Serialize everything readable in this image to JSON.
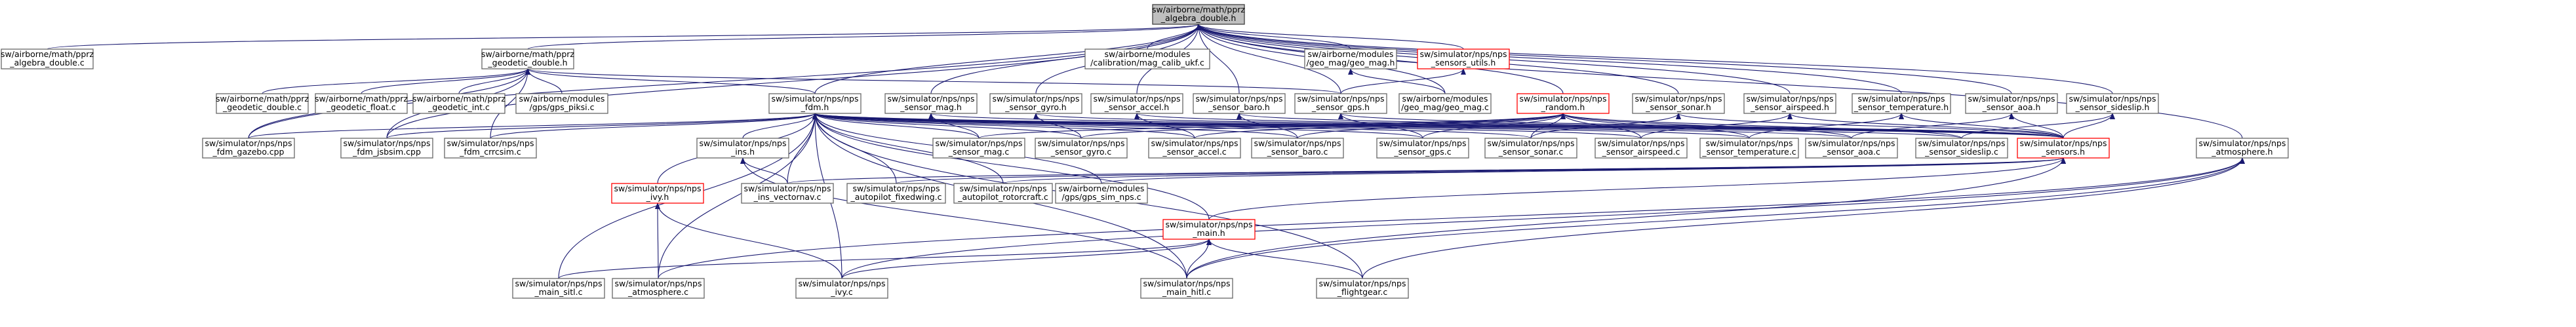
{
  "graph": {
    "colors": {
      "edge": "#191970",
      "root_fill": "#bfbfbf",
      "node_border": "#666666",
      "truncated_border": "#ff0000"
    },
    "nodes": [
      {
        "id": "root",
        "lines": [
          "sw/airborne/math/pprz",
          "_algebra_double.h"
        ],
        "style": "root"
      },
      {
        "id": "alg_c",
        "lines": [
          "sw/airborne/math/pprz",
          "_algebra_double.c"
        ]
      },
      {
        "id": "geo_h",
        "lines": [
          "sw/airborne/math/pprz",
          "_geodetic_double.h"
        ]
      },
      {
        "id": "mag_calib",
        "lines": [
          "sw/airborne/modules",
          "/calibration/mag_calib_ukf.c"
        ]
      },
      {
        "id": "geo_mag_h",
        "lines": [
          "sw/airborne/modules",
          "/geo_mag/geo_mag.h"
        ]
      },
      {
        "id": "sensors_utils",
        "lines": [
          "sw/simulator/nps/nps",
          "_sensors_utils.h"
        ],
        "style": "red"
      },
      {
        "id": "geo_dbl_c",
        "lines": [
          "sw/airborne/math/pprz",
          "_geodetic_double.c"
        ]
      },
      {
        "id": "geo_float_c",
        "lines": [
          "sw/airborne/math/pprz",
          "_geodetic_float.c"
        ]
      },
      {
        "id": "geo_int_c",
        "lines": [
          "sw/airborne/math/pprz",
          "_geodetic_int.c"
        ]
      },
      {
        "id": "gps_piksi",
        "lines": [
          "sw/airborne/modules",
          "/gps/gps_piksi.c"
        ]
      },
      {
        "id": "fdm_h",
        "lines": [
          "sw/simulator/nps/nps",
          "_fdm.h"
        ]
      },
      {
        "id": "sensor_mag_h",
        "lines": [
          "sw/simulator/nps/nps",
          "_sensor_mag.h"
        ]
      },
      {
        "id": "sensor_gyro_h",
        "lines": [
          "sw/simulator/nps/nps",
          "_sensor_gyro.h"
        ]
      },
      {
        "id": "sensor_accel_h",
        "lines": [
          "sw/simulator/nps/nps",
          "_sensor_accel.h"
        ]
      },
      {
        "id": "sensor_baro_h",
        "lines": [
          "sw/simulator/nps/nps",
          "_sensor_baro.h"
        ]
      },
      {
        "id": "sensor_gps_h",
        "lines": [
          "sw/simulator/nps/nps",
          "_sensor_gps.h"
        ]
      },
      {
        "id": "geo_mag_c",
        "lines": [
          "sw/airborne/modules",
          "/geo_mag/geo_mag.c"
        ]
      },
      {
        "id": "random_h",
        "lines": [
          "sw/simulator/nps/nps",
          "_random.h"
        ],
        "style": "red"
      },
      {
        "id": "sensor_sonar_h",
        "lines": [
          "sw/simulator/nps/nps",
          "_sensor_sonar.h"
        ]
      },
      {
        "id": "sensor_airspeed_h",
        "lines": [
          "sw/simulator/nps/nps",
          "_sensor_airspeed.h"
        ]
      },
      {
        "id": "sensor_temp_h",
        "lines": [
          "sw/simulator/nps/nps",
          "_sensor_temperature.h"
        ]
      },
      {
        "id": "sensor_aoa_h",
        "lines": [
          "sw/simulator/nps/nps",
          "_sensor_aoa.h"
        ]
      },
      {
        "id": "sensor_sideslip_h",
        "lines": [
          "sw/simulator/nps/nps",
          "_sensor_sideslip.h"
        ]
      },
      {
        "id": "fdm_gazebo",
        "lines": [
          "sw/simulator/nps/nps",
          "_fdm_gazebo.cpp"
        ]
      },
      {
        "id": "fdm_jsbsim",
        "lines": [
          "sw/simulator/nps/nps",
          "_fdm_jsbsim.cpp"
        ]
      },
      {
        "id": "fdm_crrcsim",
        "lines": [
          "sw/simulator/nps/nps",
          "_fdm_crrcsim.c"
        ]
      },
      {
        "id": "ins_h",
        "lines": [
          "sw/simulator/nps/nps",
          "_ins.h"
        ]
      },
      {
        "id": "sensor_mag_c",
        "lines": [
          "sw/simulator/nps/nps",
          "_sensor_mag.c"
        ]
      },
      {
        "id": "sensor_gyro_c",
        "lines": [
          "sw/simulator/nps/nps",
          "_sensor_gyro.c"
        ]
      },
      {
        "id": "sensor_accel_c",
        "lines": [
          "sw/simulator/nps/nps",
          "_sensor_accel.c"
        ]
      },
      {
        "id": "sensor_baro_c",
        "lines": [
          "sw/simulator/nps/nps",
          "_sensor_baro.c"
        ]
      },
      {
        "id": "sensor_gps_c",
        "lines": [
          "sw/simulator/nps/nps",
          "_sensor_gps.c"
        ]
      },
      {
        "id": "sensor_sonar_c",
        "lines": [
          "sw/simulator/nps/nps",
          "_sensor_sonar.c"
        ]
      },
      {
        "id": "sensor_airspeed_c",
        "lines": [
          "sw/simulator/nps/nps",
          "_sensor_airspeed.c"
        ]
      },
      {
        "id": "sensor_temp_c",
        "lines": [
          "sw/simulator/nps/nps",
          "_sensor_temperature.c"
        ]
      },
      {
        "id": "sensor_aoa_c",
        "lines": [
          "sw/simulator/nps/nps",
          "_sensor_aoa.c"
        ]
      },
      {
        "id": "sensor_sideslip_c",
        "lines": [
          "sw/simulator/nps/nps",
          "_sensor_sideslip.c"
        ]
      },
      {
        "id": "sensors_h",
        "lines": [
          "sw/simulator/nps/nps",
          "_sensors.h"
        ],
        "style": "red"
      },
      {
        "id": "atmosphere_h",
        "lines": [
          "sw/simulator/nps/nps",
          "_atmosphere.h"
        ]
      },
      {
        "id": "ivy_h",
        "lines": [
          "sw/simulator/nps/nps",
          "_ivy.h"
        ],
        "style": "red"
      },
      {
        "id": "ins_vectornav",
        "lines": [
          "sw/simulator/nps/nps",
          "_ins_vectornav.c"
        ]
      },
      {
        "id": "ap_fixedwing",
        "lines": [
          "sw/simulator/nps/nps",
          "_autopilot_fixedwing.c"
        ]
      },
      {
        "id": "ap_rotorcraft",
        "lines": [
          "sw/simulator/nps/nps",
          "_autopilot_rotorcraft.c"
        ]
      },
      {
        "id": "gps_sim_nps",
        "lines": [
          "sw/airborne/modules",
          "/gps/gps_sim_nps.c"
        ]
      },
      {
        "id": "main_h",
        "lines": [
          "sw/simulator/nps/nps",
          "_main.h"
        ],
        "style": "red"
      },
      {
        "id": "main_sitl",
        "lines": [
          "sw/simulator/nps/nps",
          "_main_sitl.c"
        ]
      },
      {
        "id": "atmosphere_c",
        "lines": [
          "sw/simulator/nps/nps",
          "_atmosphere.c"
        ]
      },
      {
        "id": "ivy_c",
        "lines": [
          "sw/simulator/nps/nps",
          "_ivy.c"
        ]
      },
      {
        "id": "main_hitl",
        "lines": [
          "sw/simulator/nps/nps",
          "_main_hitl.c"
        ]
      },
      {
        "id": "flightgear",
        "lines": [
          "sw/simulator/nps/nps",
          "_flightgear.c"
        ]
      }
    ],
    "edges": [
      [
        "alg_c",
        "root"
      ],
      [
        "geo_h",
        "root"
      ],
      [
        "mag_calib",
        "root"
      ],
      [
        "geo_mag_h",
        "root"
      ],
      [
        "sensors_utils",
        "root"
      ],
      [
        "fdm_h",
        "root"
      ],
      [
        "sensor_mag_h",
        "root"
      ],
      [
        "sensor_gyro_h",
        "root"
      ],
      [
        "sensor_accel_h",
        "root"
      ],
      [
        "sensor_baro_h",
        "root"
      ],
      [
        "sensor_gps_h",
        "root"
      ],
      [
        "geo_mag_c",
        "root"
      ],
      [
        "random_h",
        "root"
      ],
      [
        "sensor_sonar_h",
        "root"
      ],
      [
        "sensor_airspeed_h",
        "root"
      ],
      [
        "sensor_temp_h",
        "root"
      ],
      [
        "sensor_aoa_h",
        "root"
      ],
      [
        "sensor_sideslip_h",
        "root"
      ],
      [
        "atmosphere_h",
        "root"
      ],
      [
        "fdm_gazebo",
        "root"
      ],
      [
        "fdm_jsbsim",
        "root"
      ],
      [
        "geo_dbl_c",
        "geo_h"
      ],
      [
        "geo_float_c",
        "geo_h"
      ],
      [
        "geo_int_c",
        "geo_h"
      ],
      [
        "gps_piksi",
        "geo_h"
      ],
      [
        "fdm_h",
        "geo_h"
      ],
      [
        "fdm_gazebo",
        "geo_h"
      ],
      [
        "fdm_jsbsim",
        "geo_h"
      ],
      [
        "fdm_crrcsim",
        "geo_h"
      ],
      [
        "sensor_gps_h",
        "geo_h"
      ],
      [
        "geo_mag_c",
        "geo_mag_h"
      ],
      [
        "sensor_gps_h",
        "sensors_utils"
      ],
      [
        "fdm_gazebo",
        "fdm_h"
      ],
      [
        "fdm_jsbsim",
        "fdm_h"
      ],
      [
        "fdm_crrcsim",
        "fdm_h"
      ],
      [
        "ins_h",
        "fdm_h"
      ],
      [
        "sensor_mag_c",
        "fdm_h"
      ],
      [
        "sensor_gyro_c",
        "fdm_h"
      ],
      [
        "sensor_accel_c",
        "fdm_h"
      ],
      [
        "sensor_baro_c",
        "fdm_h"
      ],
      [
        "sensor_gps_c",
        "fdm_h"
      ],
      [
        "sensor_sonar_c",
        "fdm_h"
      ],
      [
        "sensor_airspeed_c",
        "fdm_h"
      ],
      [
        "sensor_temp_c",
        "fdm_h"
      ],
      [
        "sensor_aoa_c",
        "fdm_h"
      ],
      [
        "sensor_sideslip_c",
        "fdm_h"
      ],
      [
        "sensors_h",
        "fdm_h"
      ],
      [
        "ivy_h",
        "fdm_h"
      ],
      [
        "ins_vectornav",
        "fdm_h"
      ],
      [
        "ap_fixedwing",
        "fdm_h"
      ],
      [
        "ap_rotorcraft",
        "fdm_h"
      ],
      [
        "gps_sim_nps",
        "fdm_h"
      ],
      [
        "main_h",
        "fdm_h"
      ],
      [
        "main_sitl",
        "fdm_h"
      ],
      [
        "atmosphere_c",
        "fdm_h"
      ],
      [
        "ivy_c",
        "fdm_h"
      ],
      [
        "main_hitl",
        "fdm_h"
      ],
      [
        "flightgear",
        "fdm_h"
      ],
      [
        "sensor_mag_c",
        "sensor_mag_h"
      ],
      [
        "sensors_h",
        "sensor_mag_h"
      ],
      [
        "sensor_gyro_c",
        "sensor_gyro_h"
      ],
      [
        "sensors_h",
        "sensor_gyro_h"
      ],
      [
        "sensor_accel_c",
        "sensor_accel_h"
      ],
      [
        "sensors_h",
        "sensor_accel_h"
      ],
      [
        "sensor_baro_c",
        "sensor_baro_h"
      ],
      [
        "sensors_h",
        "sensor_baro_h"
      ],
      [
        "sensor_gps_c",
        "sensor_gps_h"
      ],
      [
        "sensors_h",
        "sensor_gps_h"
      ],
      [
        "sensor_mag_c",
        "random_h"
      ],
      [
        "sensor_gyro_c",
        "random_h"
      ],
      [
        "sensor_accel_c",
        "random_h"
      ],
      [
        "sensor_baro_c",
        "random_h"
      ],
      [
        "sensor_gps_c",
        "random_h"
      ],
      [
        "sensor_sonar_c",
        "random_h"
      ],
      [
        "sensor_airspeed_c",
        "random_h"
      ],
      [
        "sensor_temp_c",
        "random_h"
      ],
      [
        "sensor_aoa_c",
        "random_h"
      ],
      [
        "sensor_sideslip_c",
        "random_h"
      ],
      [
        "sensor_sonar_c",
        "sensor_sonar_h"
      ],
      [
        "sensors_h",
        "sensor_sonar_h"
      ],
      [
        "sensor_airspeed_c",
        "sensor_airspeed_h"
      ],
      [
        "sensors_h",
        "sensor_airspeed_h"
      ],
      [
        "sensor_temp_c",
        "sensor_temp_h"
      ],
      [
        "sensors_h",
        "sensor_temp_h"
      ],
      [
        "sensor_aoa_c",
        "sensor_aoa_h"
      ],
      [
        "sensors_h",
        "sensor_aoa_h"
      ],
      [
        "sensor_sideslip_c",
        "sensor_sideslip_h"
      ],
      [
        "sensors_h",
        "sensor_sideslip_h"
      ],
      [
        "ins_vectornav",
        "ins_h"
      ],
      [
        "main_hitl",
        "ins_h"
      ],
      [
        "ivy_c",
        "ivy_h"
      ],
      [
        "atmosphere_c",
        "ivy_h"
      ],
      [
        "ins_vectornav",
        "sensors_h"
      ],
      [
        "ap_fixedwing",
        "sensors_h"
      ],
      [
        "ap_rotorcraft",
        "sensors_h"
      ],
      [
        "gps_sim_nps",
        "sensors_h"
      ],
      [
        "main_h",
        "sensors_h"
      ],
      [
        "main_hitl",
        "sensors_h"
      ],
      [
        "main_sitl",
        "main_h"
      ],
      [
        "ivy_c",
        "main_h"
      ],
      [
        "main_hitl",
        "main_h"
      ],
      [
        "flightgear",
        "main_h"
      ],
      [
        "atmosphere_c",
        "atmosphere_h"
      ],
      [
        "ivy_c",
        "atmosphere_h"
      ],
      [
        "main_hitl",
        "atmosphere_h"
      ],
      [
        "flightgear",
        "atmosphere_h"
      ]
    ]
  }
}
